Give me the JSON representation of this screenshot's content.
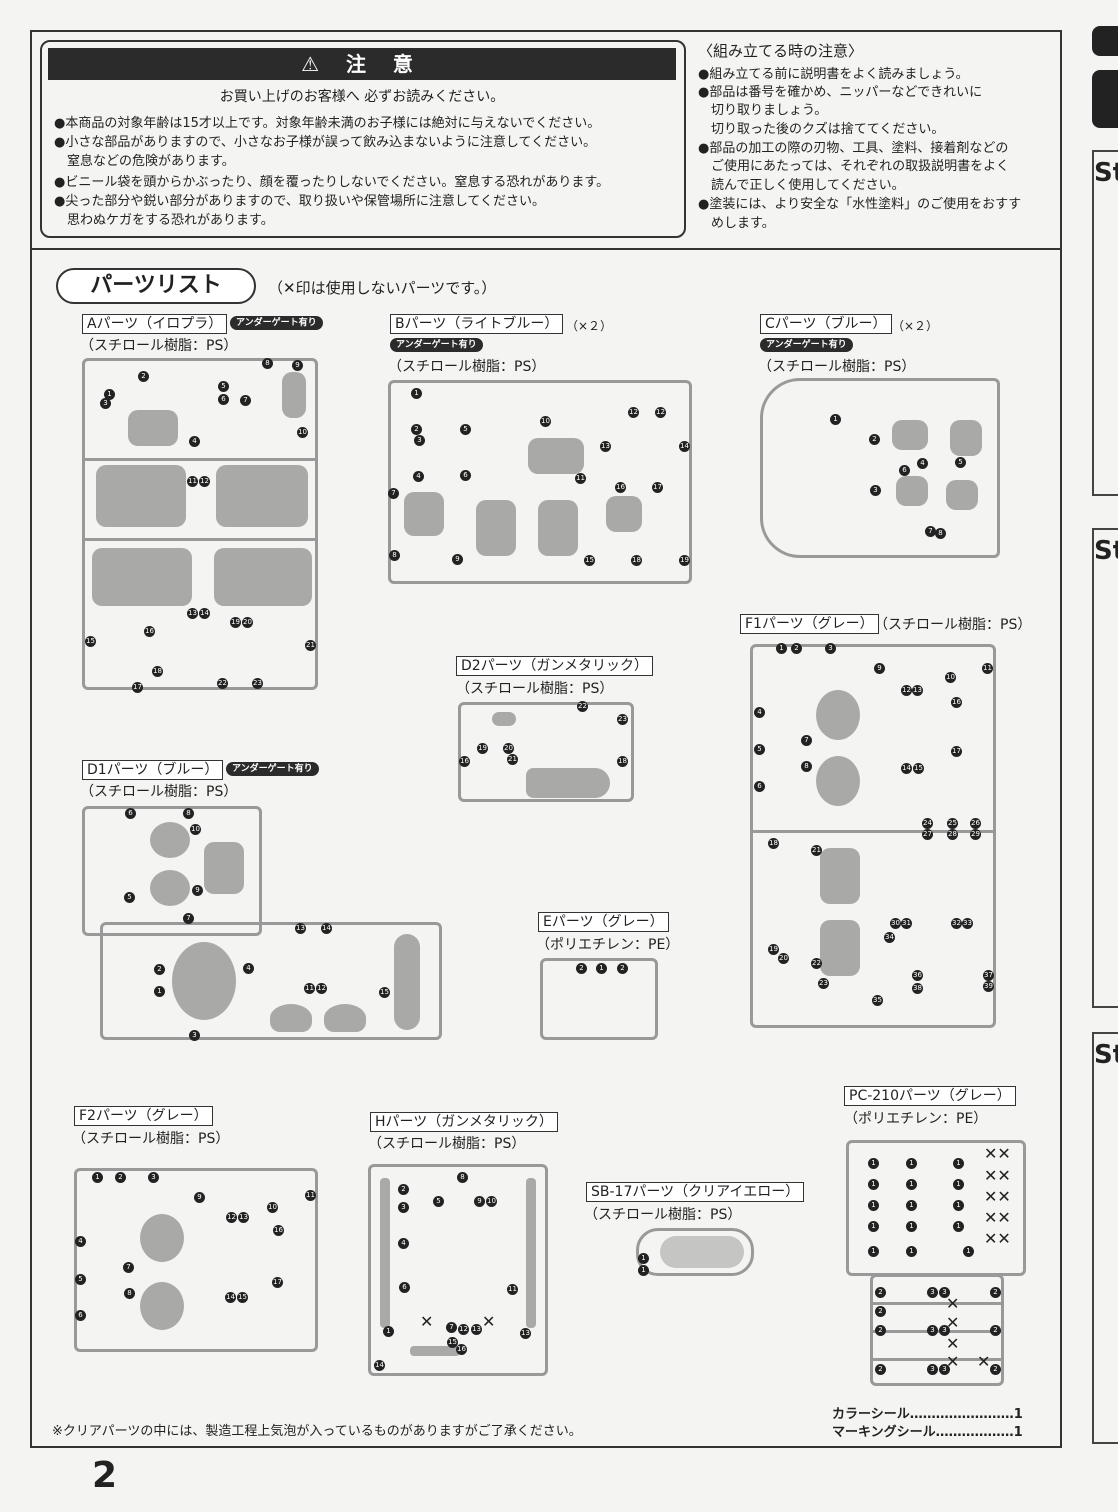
{
  "warning": {
    "title": "⚠ 注 意",
    "subtitle": "お買い上げのお客様へ 必ずお読みください。",
    "lines": [
      "●本商品の対象年齢は15才以上です。対象年齢未満のお子様には絶対に与えないでください。",
      "●小さな部品がありますので、小さなお子様が誤って飲み込まないように注意してください。",
      "　窒息などの危険があります。",
      "●ビニール袋を頭からかぶったり、顔を覆ったりしないでください。窒息する恐れがあります。",
      "●尖った部分や鋭い部分がありますので、取り扱いや保管場所に注意してください。",
      "　思わぬケガをする恐れがあります。"
    ]
  },
  "assembly_notes": {
    "title": "〈組み立てる時の注意〉",
    "lines": [
      "●組み立てる前に説明書をよく読みましょう。",
      "●部品は番号を確かめ、ニッパーなどできれいに",
      "　切り取りましょう。",
      "　切り取った後のクズは捨ててください。",
      "●部品の加工の際の刃物、工具、塗料、接着剤などの",
      "　ご使用にあたっては、それぞれの取扱説明書をよく",
      "　読んで正しく使用してください。",
      "●塗装には、より安全な「水性塗料」のご使用をおすす",
      "　めします。"
    ]
  },
  "parts_list": {
    "title": "パーツリスト",
    "note": "（✕印は使用しないパーツです。）",
    "under_gate": "アンダーゲート有り",
    "groups": {
      "A": {
        "label": "Aパーツ（イロプラ）",
        "material": "（スチロール樹脂：PS）"
      },
      "B": {
        "label": "Bパーツ（ライトブルー）",
        "material": "（スチロール樹脂：PS）",
        "qty": "（×２）"
      },
      "C": {
        "label": "Cパーツ（ブルー）",
        "material": "（スチロール樹脂：PS）",
        "qty": "（×２）"
      },
      "F1": {
        "label": "F1パーツ（グレー）",
        "material": "（スチロール樹脂：PS）"
      },
      "D2": {
        "label": "D2パーツ（ガンメタリック）",
        "material": "（スチロール樹脂：PS）"
      },
      "D1": {
        "label": "D1パーツ（ブルー）",
        "material": "（スチロール樹脂：PS）"
      },
      "E": {
        "label": "Eパーツ（グレー）",
        "material": "（ポリエチレン：PE）"
      },
      "F2": {
        "label": "F2パーツ（グレー）",
        "material": "（スチロール樹脂：PS）"
      },
      "H": {
        "label": "Hパーツ（ガンメタリック）",
        "material": "（スチロール樹脂：PS）"
      },
      "SB17": {
        "label": "SB-17パーツ（クリアイエロー）",
        "material": "（スチロール樹脂：PS）"
      },
      "PC210": {
        "label": "PC-210パーツ（グレー）",
        "material": "（ポリエチレン：PE）"
      }
    }
  },
  "footer": {
    "note": "※クリアパーツの中には、製造工程上気泡が入っているものがありますがご了承ください。",
    "sticker1": "カラーシール……………………1",
    "sticker2": "マーキングシール………………1",
    "page": "2"
  },
  "side": {
    "st": "St"
  }
}
